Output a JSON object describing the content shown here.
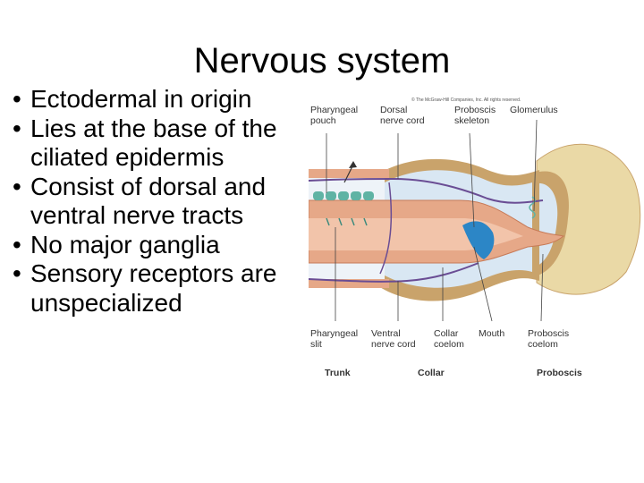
{
  "slide": {
    "title": "Nervous system",
    "bullets": [
      "Ectodermal in origin",
      "Lies at  the base of the ciliated epidermis",
      "Consist of dorsal and ventral nerve tracts",
      "No major ganglia",
      "Sensory receptors are unspecialized"
    ]
  },
  "figure": {
    "copyright": "© The McGraw-Hill Companies, Inc. All rights reserved.",
    "top_labels": [
      {
        "line1": "Pharyngeal",
        "line2": "pouch"
      },
      {
        "line1": "Dorsal",
        "line2": "nerve cord"
      },
      {
        "line1": "Proboscis",
        "line2": "skeleton"
      },
      {
        "line1": "Glomerulus",
        "line2": ""
      }
    ],
    "bottom_labels": [
      {
        "line1": "Pharyngeal",
        "line2": "slit"
      },
      {
        "line1": "Ventral",
        "line2": "nerve cord"
      },
      {
        "line1": "Collar",
        "line2": "coelom"
      },
      {
        "line1": "Mouth",
        "line2": ""
      },
      {
        "line1": "Proboscis",
        "line2": "coelom"
      }
    ],
    "region_labels": [
      "Trunk",
      "Collar",
      "Proboscis"
    ],
    "colors": {
      "body_tan": "#ead9a6",
      "coelom_blue": "#d9e7f3",
      "gut_orange": "#e6a888",
      "tissue_tan": "#c9a36b",
      "nerve_purple": "#6a4d94",
      "skeleton_blue": "#2c86c6",
      "gill_green": "#5fb3a4"
    }
  }
}
